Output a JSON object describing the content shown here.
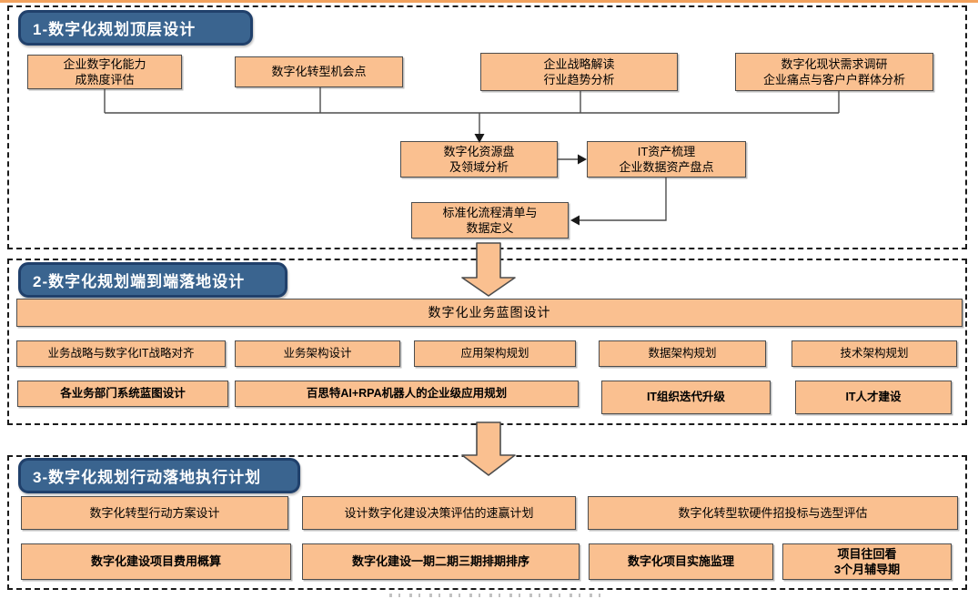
{
  "page": {
    "top_strip_color": "#F2A25E",
    "background": "#FFFFFF"
  },
  "palette": {
    "node_fill": "#FAC090",
    "node_border": "#4D4D4D",
    "header_fill": "#3A648F",
    "header_border": "#20406B",
    "header_text": "#FFFFFF",
    "connector": "#4D4D4D",
    "dashed_border": "#1A1A1A"
  },
  "s1": {
    "title": "1-数字化规划顶层设计",
    "b1": "企业数字化能力\n成熟度评估",
    "b2": "数字化转型机会点",
    "b3": "企业战略解读\n行业趋势分析",
    "b4": "数字化现状需求调研\n企业痛点与客户户群体分析",
    "b5": "数字化资源盘\n及领域分析",
    "b6": "IT资产梳理\n企业数据资产盘点",
    "b7": "标准化流程清单与\n数据定义"
  },
  "s2": {
    "title": "2-数字化规划端到端落地设计",
    "banner": "数字化业务蓝图设计",
    "r1": [
      "业务战略与数字化IT战略对齐",
      "业务架构设计",
      "应用架构规划",
      "数据架构规划",
      "技术架构规划"
    ],
    "r2": [
      "各业务部门系统蓝图设计",
      "百思特AI+RPA机器人的企业级应用规划",
      "IT组织迭代升级",
      "IT人才建设"
    ]
  },
  "s3": {
    "title": "3-数字化规划行动落地执行计划",
    "r1": [
      "数字化转型行动方案设计",
      "设计数字化建设决策评估的速赢计划",
      "数字化转型软硬件招投标与选型评估"
    ],
    "r2": [
      "数字化建设项目费用概算",
      "数字化建设一期二期三期排期排序",
      "数字化项目实施监理",
      "项目往回看\n3个月辅导期"
    ]
  }
}
